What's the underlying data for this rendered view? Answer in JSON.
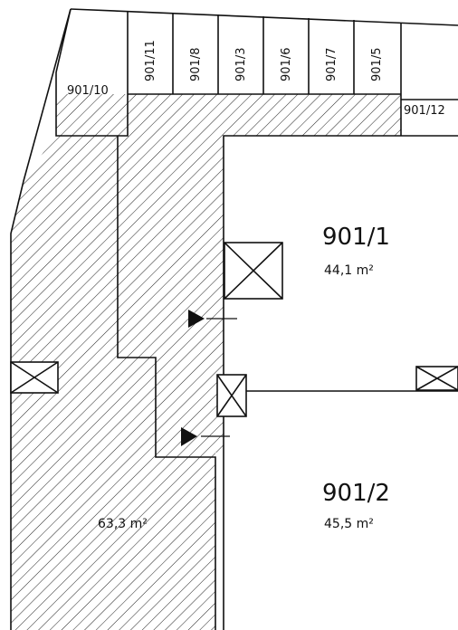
{
  "plot_labels": {
    "top_row": [
      "901/11",
      "901/8",
      "901/3",
      "901/6",
      "901/7",
      "901/5"
    ],
    "left_top": "901/10",
    "right_top": "901/12"
  },
  "rooms": [
    {
      "id": "901/1",
      "area": "44,1",
      "unit": "m²"
    },
    {
      "id": "901/2",
      "area": "45,5",
      "unit": "m²"
    }
  ],
  "hatched_area": {
    "area": "63,3",
    "unit": "m²"
  }
}
